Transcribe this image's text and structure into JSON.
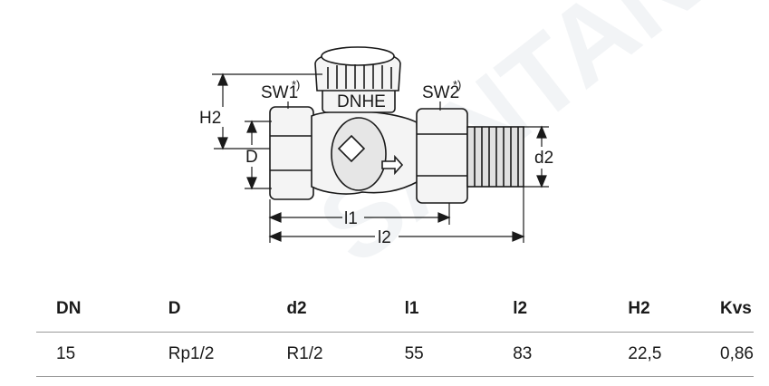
{
  "diagram": {
    "watermark": "SANTANO",
    "labels": {
      "h2": "H2",
      "sw1": "SW1",
      "sw1_note": "*)",
      "sw2": "SW2",
      "sw2_note": "*)",
      "d": "D",
      "d2": "d2",
      "l1": "l1",
      "l2": "l2",
      "brand": "DNHE"
    }
  },
  "table": {
    "headers": [
      "DN",
      "D",
      "d2",
      "l1",
      "l2",
      "H2",
      "Kvs"
    ],
    "rows": [
      [
        "15",
        "Rp1/2",
        "R1/2",
        "55",
        "83",
        "22,5",
        "0,86"
      ]
    ]
  }
}
